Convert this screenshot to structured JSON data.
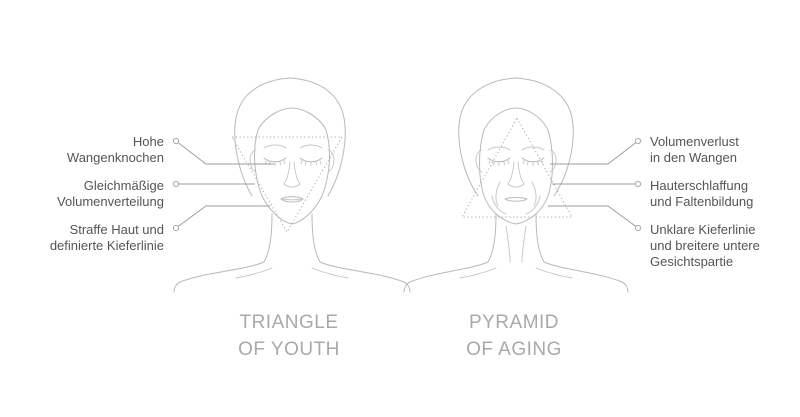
{
  "left": {
    "title_line1": "TRIANGLE",
    "title_line2": "OF YOUTH",
    "labels": [
      {
        "line1": "Hohe",
        "line2": "Wangenknochen"
      },
      {
        "line1": "Gleichmäßige",
        "line2": "Volumenverteilung"
      },
      {
        "line1": "Straffe Haut und",
        "line2": "definierte Kieferlinie"
      }
    ]
  },
  "right": {
    "title_line1": "PYRAMID",
    "title_line2": "OF AGING",
    "labels": [
      {
        "line1": "Volumenverlust",
        "line2": "in den Wangen",
        "line3": ""
      },
      {
        "line1": "Hauterschlaffung",
        "line2": "und Faltenbildung",
        "line3": ""
      },
      {
        "line1": "Unklare Kieferlinie",
        "line2": "und breitere untere",
        "line3": "Gesichtspartie"
      }
    ]
  },
  "colors": {
    "illustration": "#b9b9b9",
    "label_text": "#555555",
    "title_text": "#a9a9a9"
  }
}
